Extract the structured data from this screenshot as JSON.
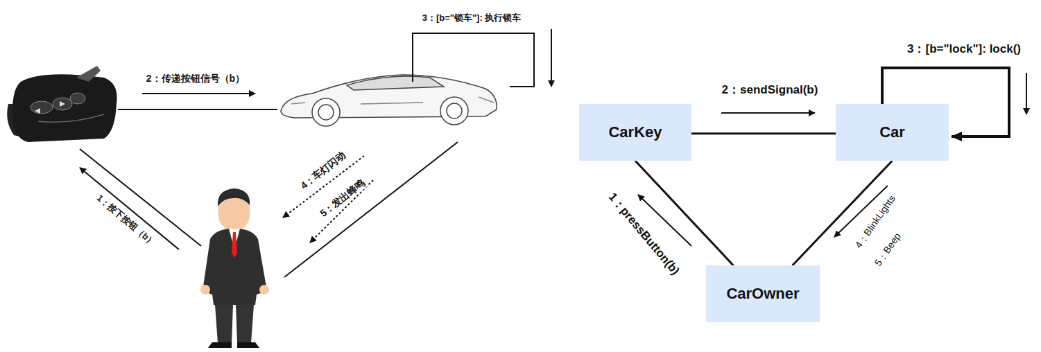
{
  "diagram": {
    "nodes": [
      {
        "text": [
          "CarKey"
        ]
      },
      {
        "text": [
          "Car"
        ]
      },
      {
        "text": [
          "CarOwner"
        ]
      }
    ],
    "edges": [
      {
        "from": 0,
        "to": 1,
        "arrow": "none"
      },
      {
        "from": 0,
        "to": 2,
        "arrow": "none"
      },
      {
        "from": 1,
        "to": 2,
        "arrow": "none"
      }
    ],
    "labels": [
      "3：[b=\"锁车\"]: 执行锁车",
      "2：传递按钮信号（b）",
      "4：车灯闪动",
      "5：发出蜂鸣",
      "1：按下按钮（b）",
      "3：[b=\"lock\"]: lock()",
      "2：sendSignal(b)",
      "1：pressButton(b)",
      "4：BlinkLights",
      "5：Beep"
    ]
  }
}
